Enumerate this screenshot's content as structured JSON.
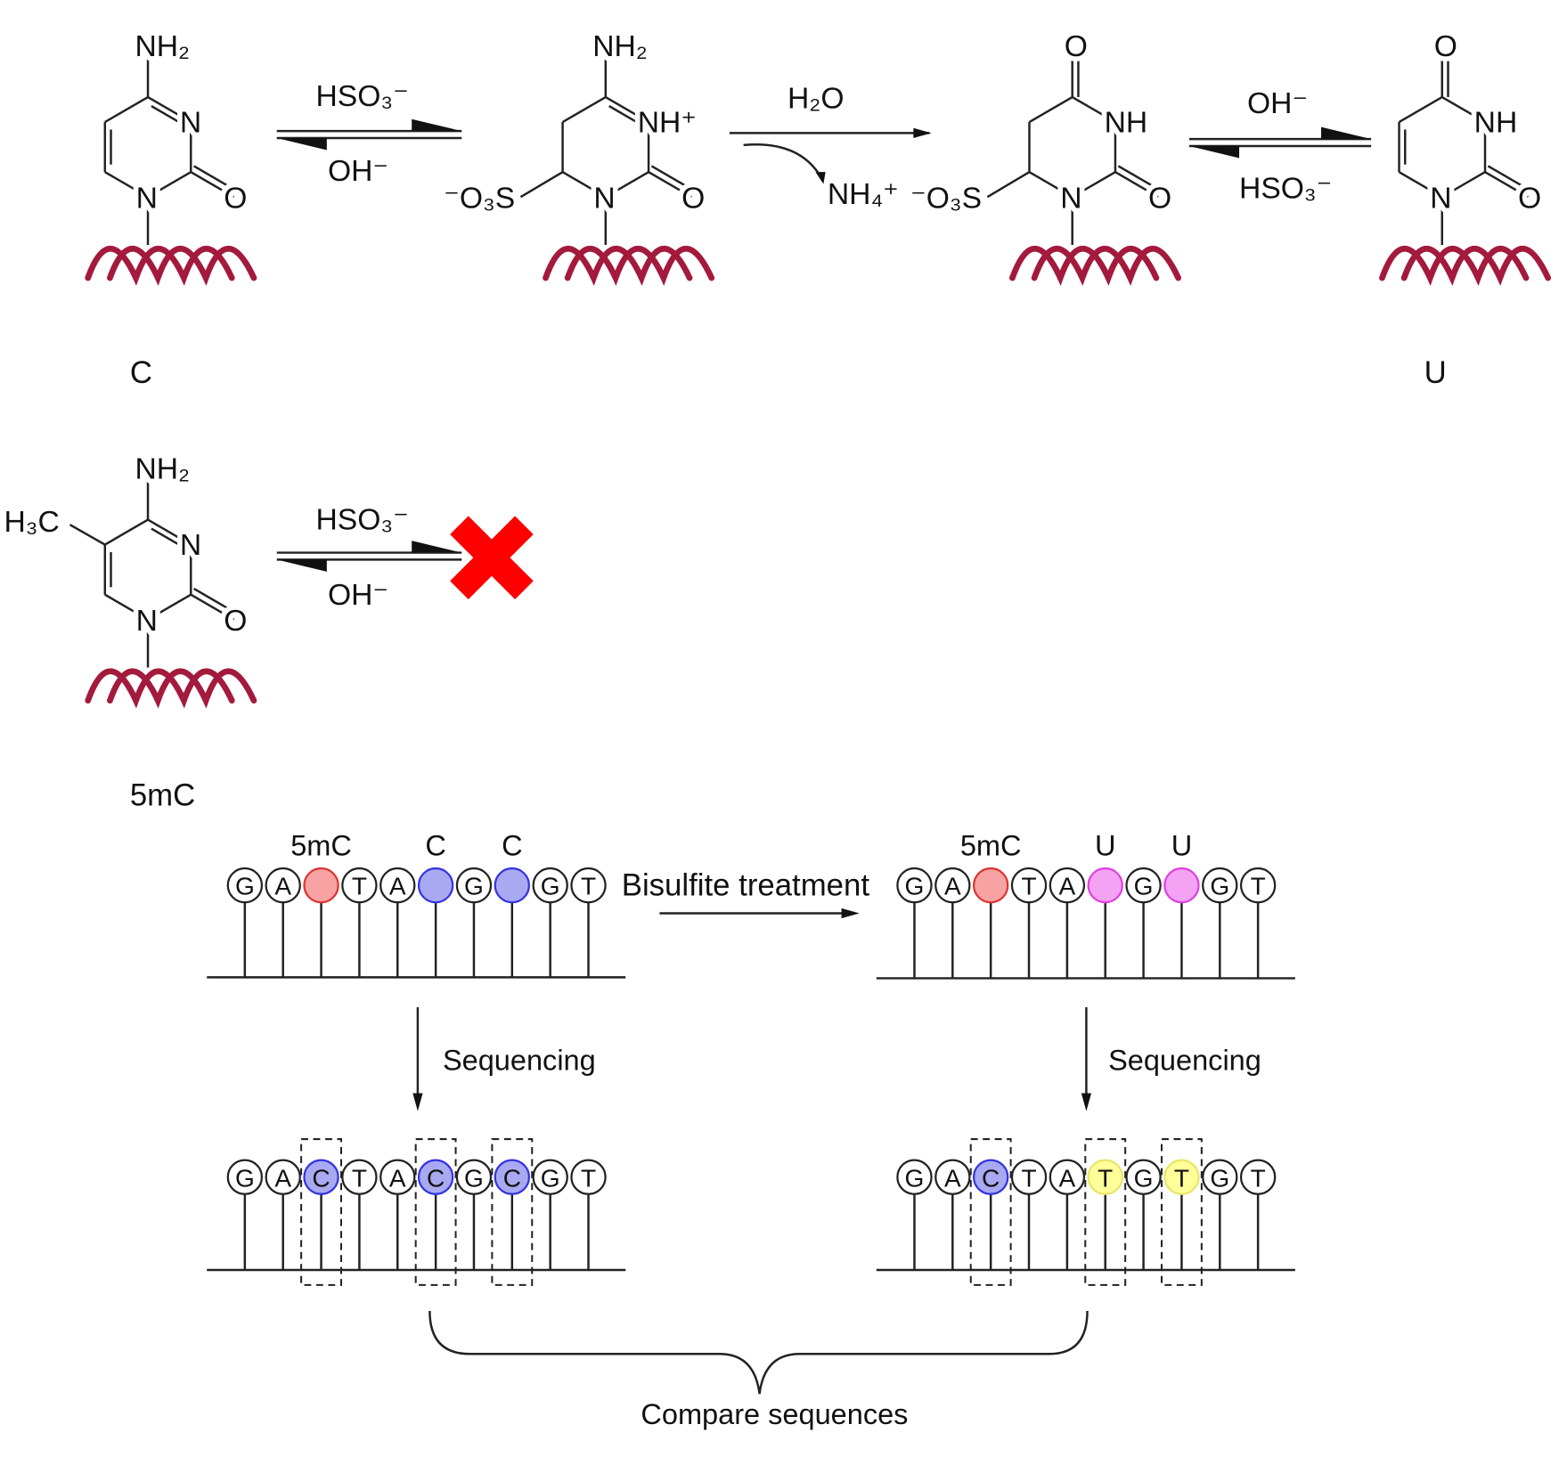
{
  "colors": {
    "dna": "#a31a3c",
    "methyl_fill": "#f7a3a3",
    "methyl_stroke": "#e03333",
    "c_fill": "#a9a9f2",
    "c_stroke": "#3434e0",
    "u_fill": "#f4a2f4",
    "u_stroke": "#e040e0",
    "t_fill": "#ffff99",
    "t_stroke": "#e6e66a",
    "blocked": "#ff0000"
  },
  "reaction": {
    "molecules": [
      {
        "type": "cytosine",
        "substituent": "NH₂",
        "ring_n3": "N",
        "ring_n1": "N",
        "carbonyl": "O",
        "caption": "C"
      },
      {
        "type": "sulfonate_imine",
        "substituent": "NH₂",
        "ring_n3": "NH⁺",
        "ring_n1": "N",
        "carbonyl": "O",
        "sulfonate": "⁻O₃S"
      },
      {
        "type": "sulfonate_uracil",
        "substituent": "O",
        "ring_n3": "NH",
        "ring_n1": "N",
        "carbonyl": "O",
        "sulfonate": "⁻O₃S"
      },
      {
        "type": "uracil",
        "substituent": "O",
        "ring_n3": "NH",
        "ring_n1": "N",
        "carbonyl": "O",
        "caption": "U"
      }
    ],
    "step1": {
      "forward": "HSO₃⁻",
      "reverse": "OH⁻"
    },
    "step2": {
      "reagent": "H₂O",
      "byproduct": "NH₄⁺"
    },
    "step3": {
      "forward": "OH⁻",
      "reverse": "HSO₃⁻"
    }
  },
  "methyl_reaction": {
    "molecule": {
      "type": "5mC",
      "substituent": "NH₂",
      "methyl": "H₃C",
      "ring_n3": "N",
      "ring_n1": "N",
      "carbonyl": "O",
      "caption": "5mC"
    },
    "forward": "HSO₃⁻",
    "reverse": "OH⁻",
    "result_icon": "red-x-icon"
  },
  "sequencing": {
    "treatment_label": "Bisulfite treatment",
    "sequencing_label": "Sequencing",
    "compare_label": "Compare sequences",
    "original": {
      "bases": [
        "G",
        "A",
        "",
        "T",
        "A",
        "",
        "G",
        "",
        "G",
        "T"
      ],
      "marks": [
        "",
        "",
        "methyl",
        "",
        "",
        "c",
        "",
        "c",
        "",
        ""
      ],
      "labels": [
        "",
        "",
        "5mC",
        "",
        "",
        "C",
        "",
        "C",
        "",
        ""
      ]
    },
    "treated": {
      "bases": [
        "G",
        "A",
        "",
        "T",
        "A",
        "",
        "G",
        "",
        "G",
        "T"
      ],
      "marks": [
        "",
        "",
        "methyl",
        "",
        "",
        "u",
        "",
        "u",
        "",
        ""
      ],
      "labels": [
        "",
        "",
        "5mC",
        "",
        "",
        "U",
        "",
        "U",
        "",
        ""
      ]
    },
    "read_original": {
      "bases": [
        "G",
        "A",
        "C",
        "T",
        "A",
        "C",
        "G",
        "C",
        "G",
        "T"
      ],
      "marks": [
        "",
        "",
        "c",
        "",
        "",
        "c",
        "",
        "c",
        "",
        ""
      ],
      "boxed": [
        2,
        5,
        7
      ]
    },
    "read_treated": {
      "bases": [
        "G",
        "A",
        "C",
        "T",
        "A",
        "T",
        "G",
        "T",
        "G",
        "T"
      ],
      "marks": [
        "",
        "",
        "c",
        "",
        "",
        "t",
        "",
        "t",
        "",
        ""
      ],
      "boxed": [
        2,
        5,
        7
      ]
    }
  }
}
